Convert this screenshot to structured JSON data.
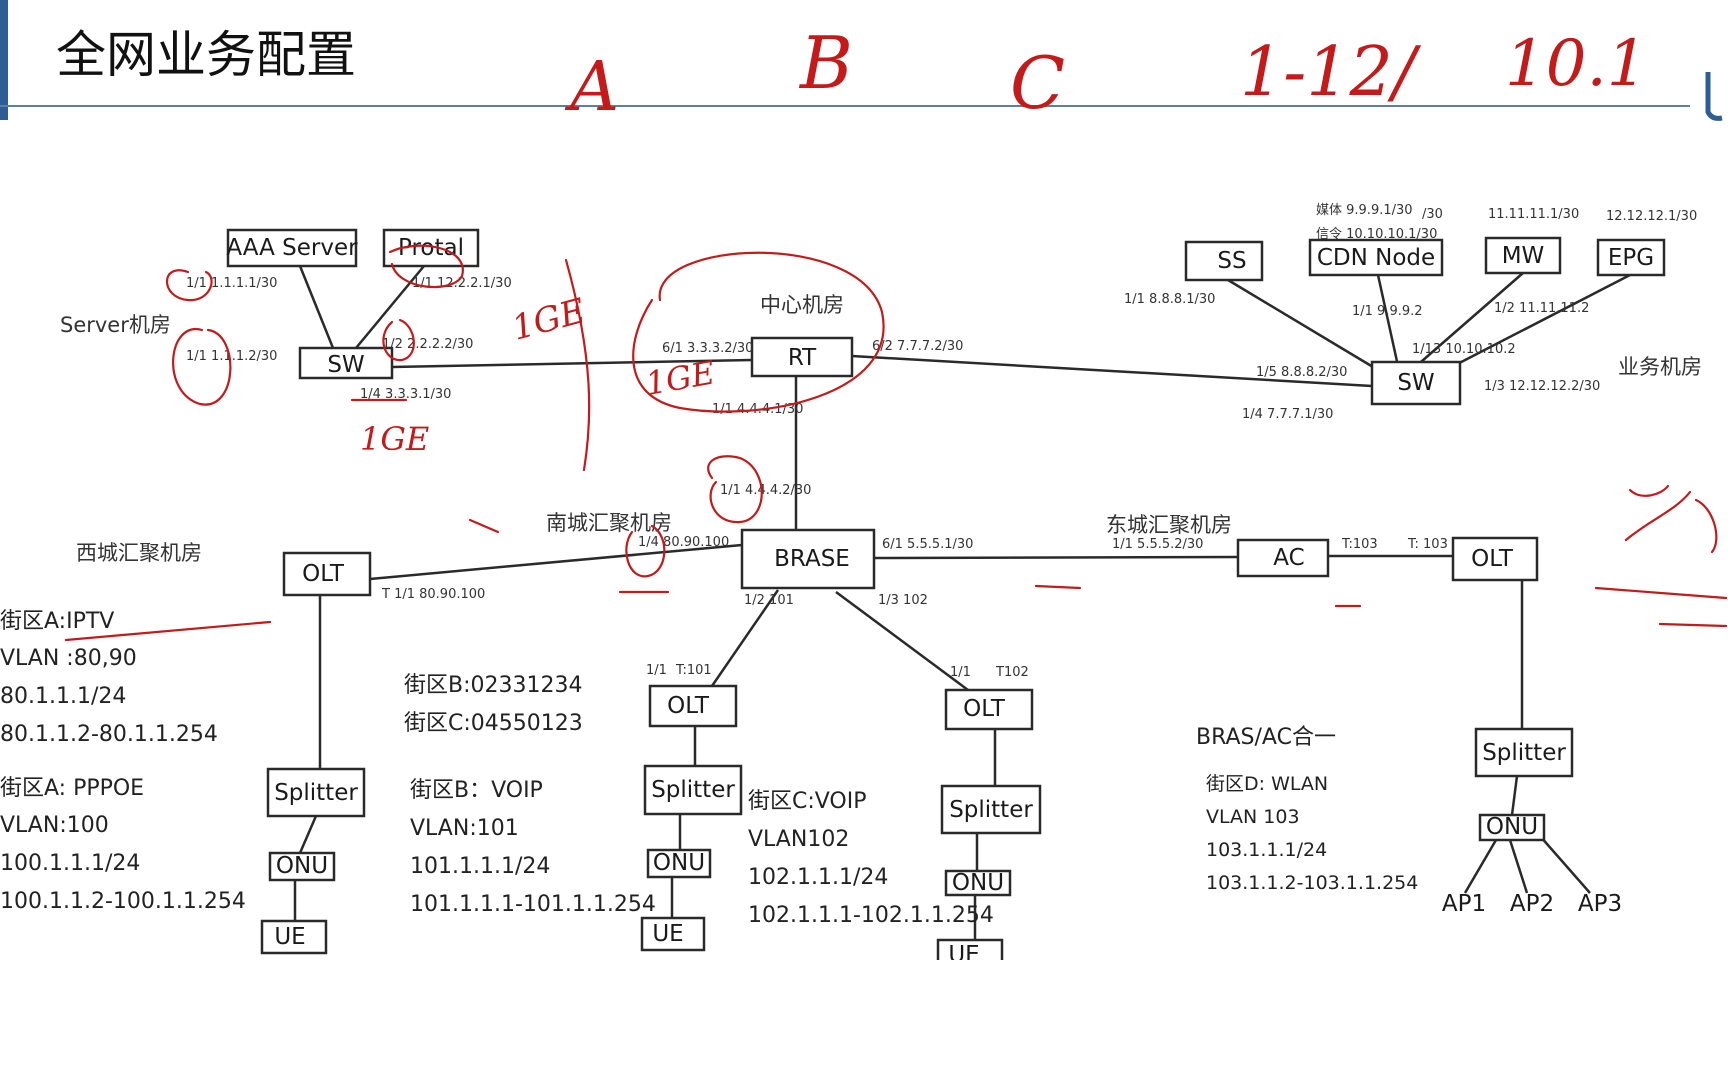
{
  "header": {
    "title": "全网业务配置",
    "handwritten": [
      "A",
      "B",
      "C",
      "1-12/",
      "10.1"
    ]
  },
  "devices": {
    "aaa": "AAA Server",
    "protal": "Protal",
    "sw_left": "SW",
    "rt": "RT",
    "ss": "SS",
    "cdn": "CDN Node",
    "mw": "MW",
    "epg": "EPG",
    "sw_right": "SW",
    "brase": "BRASE",
    "olt_west": "OLT",
    "olt_s1": "OLT",
    "olt_s2": "OLT",
    "ac": "AC",
    "olt_east": "OLT",
    "splitter_west": "Splitter",
    "splitter_s1": "Splitter",
    "splitter_s2": "Splitter",
    "splitter_east": "Splitter",
    "onu_west": "ONU",
    "onu_s1": "ONU",
    "onu_s2": "ONU",
    "onu_east": "ONU",
    "ue_west": "UE",
    "ue_s1": "UE",
    "ue_s2": "UE",
    "ap1": "AP1",
    "ap2": "AP2",
    "ap3": "AP3"
  },
  "rooms": {
    "server": "Server机房",
    "center": "中心机房",
    "service": "业务机房",
    "west": "西城汇聚机房",
    "south": "南城汇聚机房",
    "east": "东城汇聚机房"
  },
  "ports": {
    "aaa_port": "1/1 1.1.1.1/30",
    "protal_port": "1/1 12.2.2.1/30",
    "sw_l_11": "1/1 1.1.1.2/30",
    "sw_l_12": "1/2 2.2.2.2/30",
    "sw_l_14": "1/4 3.3.3.1/30",
    "rt_61": "6/1 3.3.3.2/30",
    "rt_62": "6/2 7.7.7.2/30",
    "rt_11": "1/1 4.4.4.1/30",
    "media_ip": "媒体 9.9.9.1/30",
    "media_mask": "/30",
    "signal_ip": "信令 10.10.10.1/30",
    "mw_ip": "11.11.11.1/30",
    "epg_ip": "12.12.12.1/30",
    "ss_ip": "1/1 8.8.8.1/30",
    "sw_r_cdn": "1/1 9.9.9.2",
    "sw_r_12": "1/2 11.11.11.2",
    "sw_r_113": "1/13 10.10.10.2",
    "sw_r_15": "1/5 8.8.8.2/30",
    "sw_r_13": "1/3 12.12.12.2/30",
    "sw_r_14": "1/4 7.7.7.1/30",
    "brase_11": "1/1 4.4.4.2/30",
    "brase_14": "1/4 80.90.100",
    "brase_61": "6/1 5.5.5.1/30",
    "brase_12": "1/2 101",
    "brase_13": "1/3 102",
    "olt_w_port": "T 1/1 80.90.100",
    "ac_11": "1/1 5.5.5.2/30",
    "ac_t103": "T:103",
    "olt_e_t103": "T: 103",
    "olt_s1_11": "1/1",
    "olt_s1_t101": "T:101",
    "olt_s2_11": "1/1",
    "olt_s2_t102": "T102"
  },
  "notes": {
    "west": [
      "街区A:IPTV",
      "VLAN :80,90",
      "80.1.1.1/24",
      "80.1.1.2-80.1.1.254",
      "街区A:  PPPOE",
      "VLAN:100",
      "100.1.1.1/24",
      "100.1.1.2-100.1.1.254"
    ],
    "bc_ids": [
      "街区B:02331234",
      "街区C:04550123"
    ],
    "b": [
      "街区B：VOIP",
      "VLAN:101",
      "101.1.1.1/24",
      "101.1.1.1-101.1.1.254"
    ],
    "c": [
      "街区C:VOIP",
      "VLAN102",
      "102.1.1.1/24",
      "102.1.1.1-102.1.1.254"
    ],
    "bras_ac": "BRAS/AC合一",
    "d": [
      "街区D: WLAN",
      "VLAN 103",
      "103.1.1.1/24",
      "103.1.1.2-103.1.1.254"
    ]
  },
  "annotations": {
    "ge1": "1GE",
    "ge2": "1GE",
    "ge3": "1GE"
  },
  "colors": {
    "ink": "#c41a1a",
    "header_line": "#5b7fa8"
  }
}
